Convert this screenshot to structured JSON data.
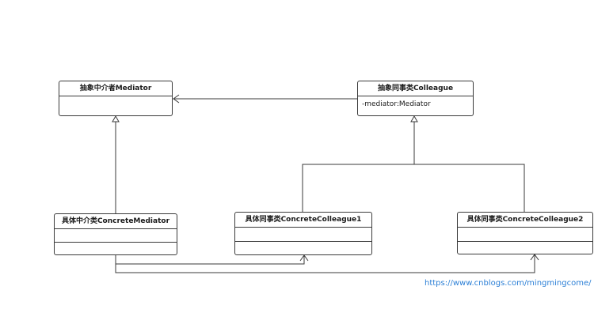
{
  "classes": {
    "mediator": {
      "name": "抽象中介者Mediator"
    },
    "colleague": {
      "name": "抽象同事类Colleague",
      "attribute": "-mediator:Mediator"
    },
    "concrete_mediator": {
      "name": "具体中介类ConcreteMediator"
    },
    "concrete_colleague1": {
      "name": "具体同事类ConcreteColleague1"
    },
    "concrete_colleague2": {
      "name": "具体同事类ConcreteColleague2"
    }
  },
  "watermark": {
    "url": "https://www.cnblogs.com/mingmingcome/"
  },
  "colors": {
    "line": "#3a3a3a",
    "link": "#2b7fd6",
    "background": "#ffffff"
  }
}
